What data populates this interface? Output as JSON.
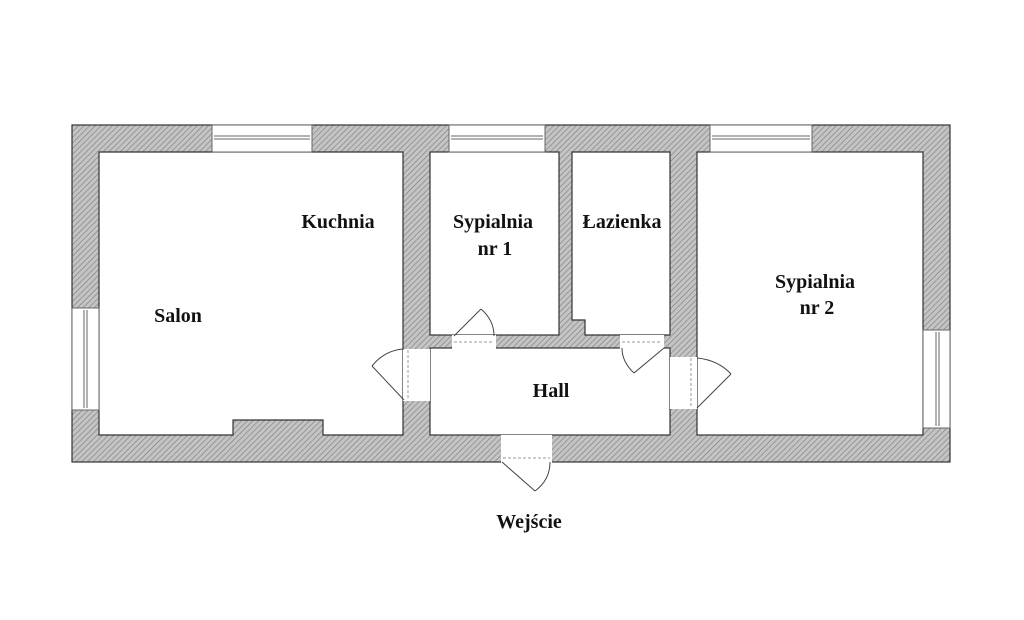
{
  "rooms": {
    "salon": "Salon",
    "kuchnia": "Kuchnia",
    "sypialnia1_line1": "Sypialnia",
    "sypialnia1_line2": "nr 1",
    "lazienka": "Łazienka",
    "sypialnia2_line1": "Sypialnia",
    "sypialnia2_line2": "nr 2",
    "hall": "Hall"
  },
  "entrance": "Wejście",
  "colors": {
    "wall": "#c4c4c4",
    "hatch": "#7a7a7a",
    "outline": "#333333"
  }
}
